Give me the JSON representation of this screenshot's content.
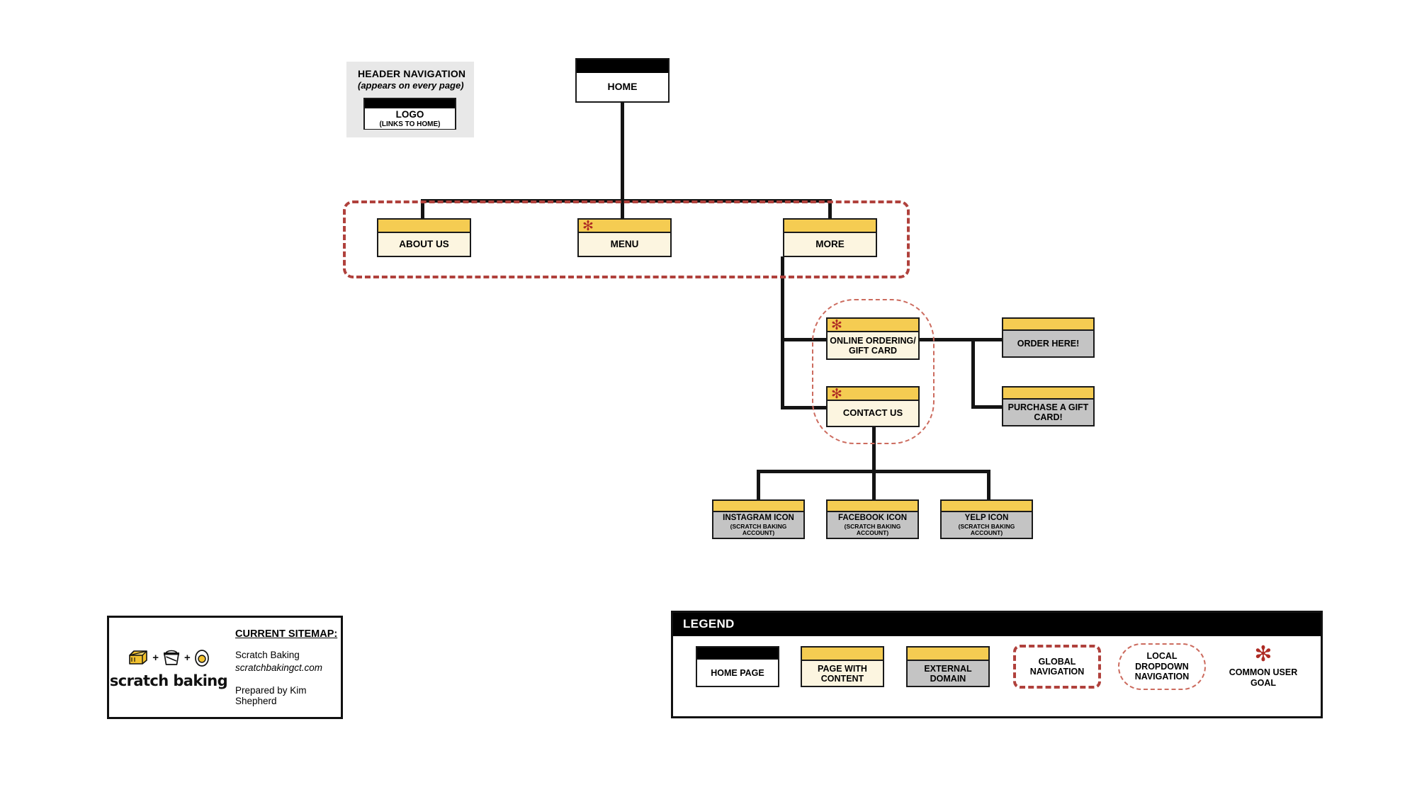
{
  "header_nav": {
    "title": "HEADER NAVIGATION",
    "subtitle": "(appears on every page)",
    "logo_label": "LOGO",
    "logo_sublabel": "(LINKS TO HOME)"
  },
  "nodes": {
    "home": {
      "label": "HOME"
    },
    "about": {
      "label": "ABOUT US"
    },
    "menu": {
      "label": "MENU",
      "star": "✻"
    },
    "more": {
      "label": "MORE"
    },
    "online_ordering": {
      "label": "ONLINE ORDERING/ GIFT CARD",
      "star": "✻"
    },
    "contact": {
      "label": "CONTACT US",
      "star": "✻"
    },
    "order_here": {
      "label": "ORDER HERE!"
    },
    "purchase_gift_card": {
      "label": "PURCHASE A GIFT CARD!"
    },
    "instagram": {
      "label": "INSTAGRAM ICON",
      "sublabel": "(SCRATCH BAKING ACCOUNT)"
    },
    "facebook": {
      "label": "FACEBOOK ICON",
      "sublabel": "(SCRATCH BAKING ACCOUNT)"
    },
    "yelp": {
      "label": "YELP ICON",
      "sublabel": "(SCRATCH BAKING ACCOUNT)"
    }
  },
  "title_block": {
    "logo_plus_1": "+",
    "logo_plus_2": "+",
    "logo_wordmark": "scratch baking",
    "heading": "CURRENT SITEMAP:",
    "site_name": "Scratch Baking",
    "site_url": "scratchbakingct.com",
    "prepared_by": "Prepared by Kim Shepherd"
  },
  "legend": {
    "title": "LEGEND",
    "items": [
      {
        "label": "HOME PAGE"
      },
      {
        "label": "PAGE WITH CONTENT"
      },
      {
        "label": "EXTERNAL DOMAIN"
      },
      {
        "label": "GLOBAL NAVIGATION"
      },
      {
        "label": "LOCAL DROPDOWN NAVIGATION"
      },
      {
        "label": "COMMON USER GOAL",
        "glyph": "✻"
      }
    ]
  },
  "colors": {
    "gold": "#F5CC52",
    "cream": "#FCF5E0",
    "gray": "#C4C4C4",
    "black": "#000000",
    "global_nav_red": "#B0413C",
    "local_nav_red": "#CC6B5E",
    "star_red": "#AE2B24",
    "panel_gray": "#E8E8E8"
  }
}
